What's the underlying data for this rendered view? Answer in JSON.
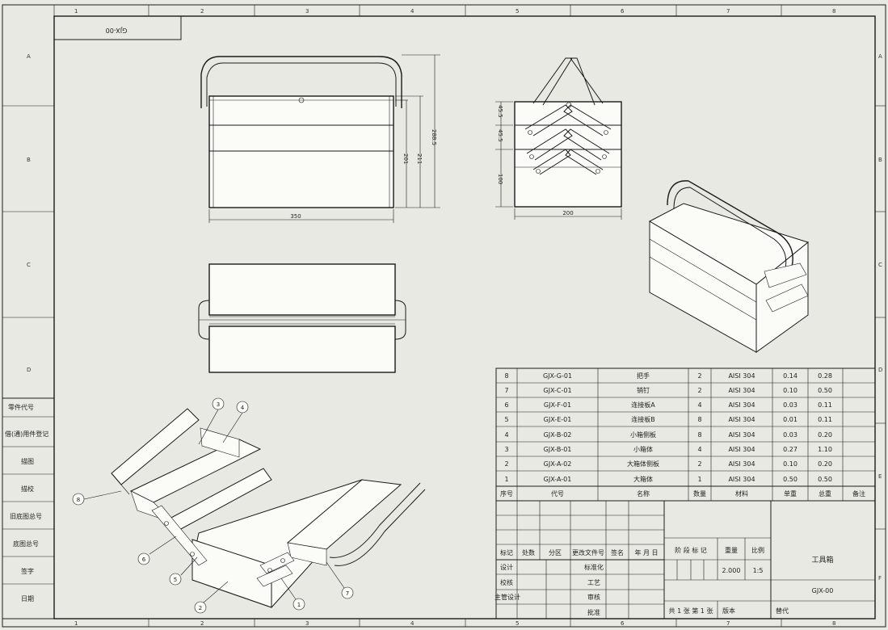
{
  "drawing": {
    "drawing_no_flipped": "GJX-00",
    "title": "工具箱",
    "drawing_no": "GJX-00",
    "scale_value": "1:5",
    "weight_value": "2.000"
  },
  "zones": {
    "top": [
      "1",
      "2",
      "3",
      "4",
      "5",
      "6",
      "7",
      "8"
    ],
    "side": [
      "A",
      "B",
      "C",
      "D",
      "E",
      "F"
    ]
  },
  "side_panel": {
    "rows": [
      "借(通)用件登记",
      "描图",
      "描校",
      "旧底图总号",
      "底图总号",
      "签字",
      "日期"
    ],
    "header": "零件代号"
  },
  "dimensions": {
    "front_width": "350",
    "front_h1": "201",
    "front_h2": "211",
    "front_h3": "288.5",
    "side_width": "200",
    "side_v1": "45.5",
    "side_v2": "45.5",
    "side_v3": "100"
  },
  "balloons": [
    "1",
    "2",
    "3",
    "4",
    "5",
    "6",
    "7",
    "8"
  ],
  "bom": {
    "rows": [
      {
        "no": "8",
        "code": "GJX-G-01",
        "name": "把手",
        "qty": "2",
        "material": "AISI 304",
        "w1": "0.14",
        "w2": "0.28"
      },
      {
        "no": "7",
        "code": "GJX-C-01",
        "name": "销钉",
        "qty": "2",
        "material": "AISI 304",
        "w1": "0.10",
        "w2": "0.50"
      },
      {
        "no": "6",
        "code": "GJX-F-01",
        "name": "连接板A",
        "qty": "4",
        "material": "AISI 304",
        "w1": "0.03",
        "w2": "0.11"
      },
      {
        "no": "5",
        "code": "GJX-E-01",
        "name": "连接板B",
        "qty": "8",
        "material": "AISI 304",
        "w1": "0.01",
        "w2": "0.11"
      },
      {
        "no": "4",
        "code": "GJX-B-02",
        "name": "小箱侧板",
        "qty": "8",
        "material": "AISI 304",
        "w1": "0.03",
        "w2": "0.20"
      },
      {
        "no": "3",
        "code": "GJX-B-01",
        "name": "小箱体",
        "qty": "4",
        "material": "AISI 304",
        "w1": "0.27",
        "w2": "1.10"
      },
      {
        "no": "2",
        "code": "GJX-A-02",
        "name": "大箱体侧板",
        "qty": "2",
        "material": "AISI 304",
        "w1": "0.10",
        "w2": "0.20"
      },
      {
        "no": "1",
        "code": "GJX-A-01",
        "name": "大箱体",
        "qty": "1",
        "material": "AISI 304",
        "w1": "0.50",
        "w2": "0.50"
      }
    ],
    "header": {
      "no": "序号",
      "code": "代号",
      "name": "名称",
      "qty": "数量",
      "material": "材料",
      "w1": "单重",
      "w2": "总重",
      "note": "备注"
    }
  },
  "title_block": {
    "rev_headers": [
      "标记",
      "处数",
      "分区",
      "更改文件号",
      "签名",
      "年 月 日"
    ],
    "roles": [
      "设计",
      "校核",
      "主管设计"
    ],
    "roles2": [
      "标准化",
      "工艺",
      "审核",
      "批准"
    ],
    "stage_label": "阶 段 标 记",
    "weight_label": "重量",
    "scale_label": "比例",
    "sheets": "共 1 张  第 1 张",
    "version": "版本",
    "replace": "替代"
  }
}
